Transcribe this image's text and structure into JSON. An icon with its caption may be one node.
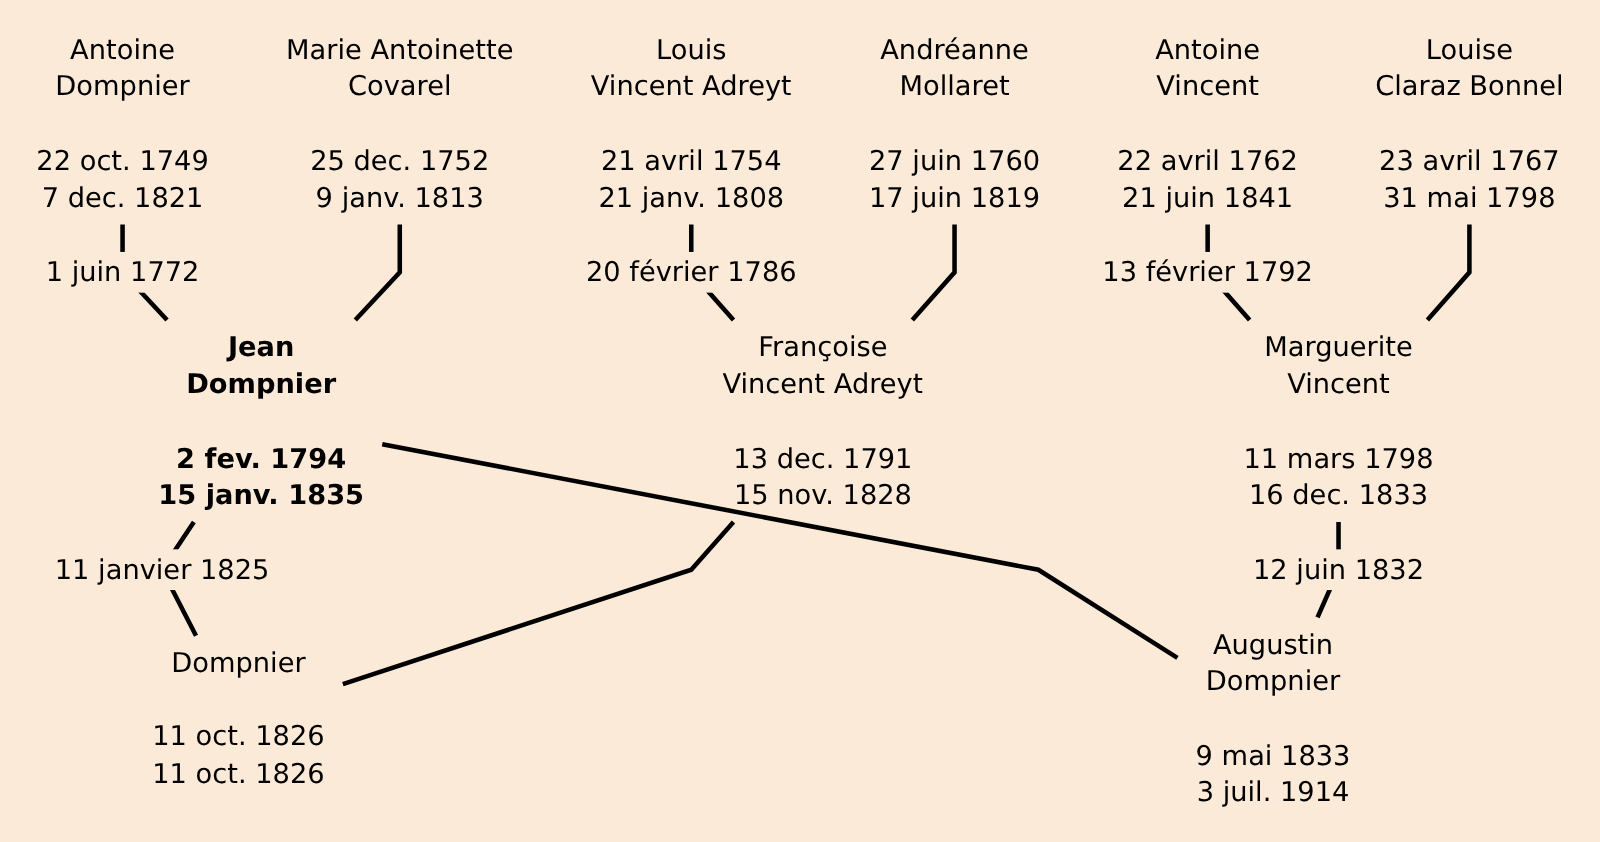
{
  "diagram": {
    "nodes": [
      {
        "text": [
          "Antoine",
          "Dompnier",
          "22 oct. 1749",
          "7 dec. 1821"
        ]
      },
      {
        "text": [
          "Marie Antoinette",
          "Covarel",
          "25 dec. 1752",
          "9 janv. 1813"
        ]
      },
      {
        "text": [
          "Louis",
          "Vincent Adreyt",
          "21 avril 1754",
          "21 janv. 1808"
        ]
      },
      {
        "text": [
          "Andréanne",
          "Mollaret",
          "27 juin 1760",
          "17 juin 1819"
        ]
      },
      {
        "text": [
          "Antoine",
          "Vincent",
          "22 avril 1762",
          "21 juin 1841"
        ]
      },
      {
        "text": [
          "Louise",
          "Claraz Bonnel",
          "23 avril 1767",
          "31 mai 1798"
        ]
      },
      {
        "text": [
          "Jean",
          "Dompnier",
          "2 fev. 1794",
          "15 janv. 1835"
        ]
      },
      {
        "text": [
          "Françoise",
          "Vincent Adreyt",
          "13 dec. 1791",
          "15 nov. 1828"
        ]
      },
      {
        "text": [
          "Marguerite",
          "Vincent",
          "11 mars 1798",
          "16 dec. 1833"
        ]
      },
      {
        "text": [
          "Dompnier",
          "11 oct. 1826",
          "11 oct. 1826"
        ]
      },
      {
        "text": [
          "Augustin",
          "Dompnier",
          "9 mai 1833",
          "3 juil. 1914"
        ]
      }
    ],
    "edges": [
      {
        "from": 0,
        "to": 6,
        "arrow": "none",
        "label": "1 juin 1772"
      },
      {
        "from": 1,
        "to": 6,
        "arrow": "none"
      },
      {
        "from": 2,
        "to": 7,
        "arrow": "none",
        "label": "20 février 1786"
      },
      {
        "from": 3,
        "to": 7,
        "arrow": "none"
      },
      {
        "from": 4,
        "to": 8,
        "arrow": "none",
        "label": "13 février 1792"
      },
      {
        "from": 5,
        "to": 8,
        "arrow": "none"
      },
      {
        "from": 6,
        "to": 9,
        "arrow": "none",
        "label": "11 janvier 1825"
      },
      {
        "from": 7,
        "to": 9,
        "arrow": "none"
      },
      {
        "from": 6,
        "to": 10,
        "arrow": "none"
      },
      {
        "from": 8,
        "to": 10,
        "arrow": "none",
        "label": "12 juin 1832"
      }
    ]
  }
}
